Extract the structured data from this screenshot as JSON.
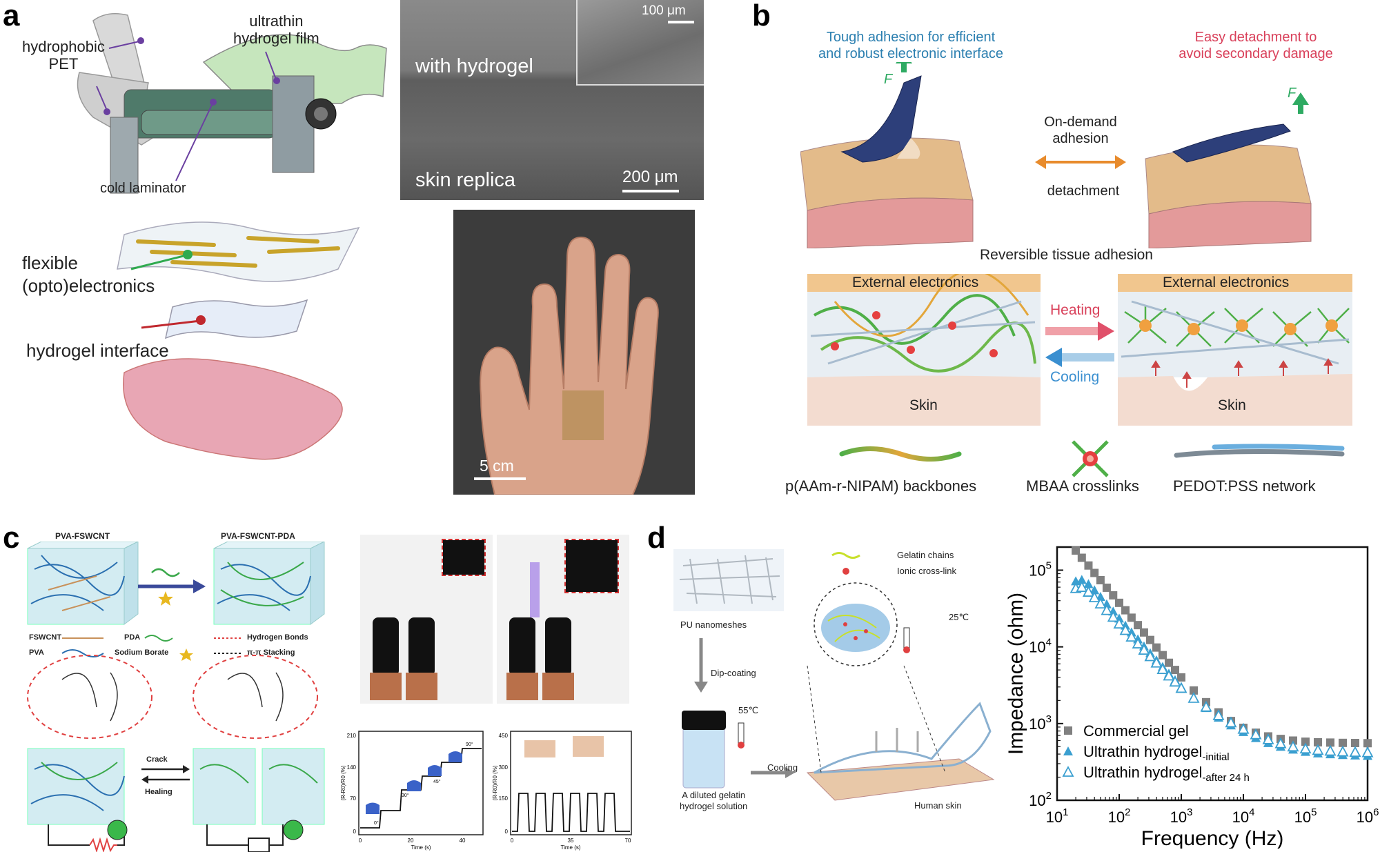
{
  "panels": {
    "a": {
      "label": "a",
      "hydrophobic_pet": "hydrophobic\nPET",
      "ultrathin_film": "ultrathin\nhydrogel film",
      "cold_laminator": "cold laminator",
      "sem_scale_small": "100 μm",
      "sem_with_hydrogel": "with hydrogel",
      "sem_skin_replica": "skin replica",
      "sem_scale_large": "200 μm",
      "flexible": "flexible\n(opto)electronics",
      "hydrogel_interface": "hydrogel interface",
      "hand_scale": "5 cm"
    },
    "b": {
      "label": "b",
      "tough_adhesion": "Tough adhesion for efficient\nand robust electronic interface",
      "easy_detachment": "Easy detachment to\navoid secondary damage",
      "force_left": "F",
      "force_right": "F",
      "on_demand": "On-demand\nadhesion",
      "detachment": "detachment",
      "reversible": "Reversible tissue adhesion",
      "external_left": "External electronics",
      "external_right": "External electronics",
      "heating": "Heating",
      "cooling": "Cooling",
      "skin_left": "Skin",
      "skin_right": "Skin",
      "legend_backbones": "p(AAm-r-NIPAM) backbones",
      "legend_crosslinks": "MBAA crosslinks",
      "legend_pedot": "PEDOT:PSS network"
    },
    "c": {
      "label": "c",
      "pva_fswcnt": "PVA-FSWCNT",
      "pva_fswcnt_pda": "PVA-FSWCNT-PDA",
      "fswcnt": "FSWCNT",
      "pda": "PDA",
      "hydrogen_bonds": "Hydrogen Bonds",
      "pva": "PVA",
      "sodium_borate": "Sodium Borate",
      "pi_stacking": "π-π Stacking",
      "crack": "Crack",
      "healing": "Healing",
      "graph1_ylabel": "(R-R0)/R0 (%)",
      "graph1_xlabel": "Time (s)",
      "graph1_yticks": [
        "210",
        "140",
        "70",
        "0"
      ],
      "graph1_xticks": [
        "0",
        "20",
        "40"
      ],
      "graph1_angles": [
        "0°",
        "30°",
        "45°",
        "90°"
      ],
      "graph2_ylabel": "(R-R0)/R0 (%)",
      "graph2_xlabel": "Time (s)",
      "graph2_yticks": [
        "450",
        "300",
        "150",
        "0"
      ],
      "graph2_xticks": [
        "0",
        "35",
        "70"
      ]
    },
    "d": {
      "label": "d",
      "gelatin_chains": "Gelatin chains",
      "ionic_crosslink": "Ionic cross-link",
      "pu_nanomeshes": "PU nanomeshes",
      "dip_coating": "Dip-coating",
      "temp_55": "55℃",
      "temp_25": "25℃",
      "cooling": "Cooling",
      "gelatin_solution": "A diluted gelatin\nhydrogel solution",
      "human_skin": "Human skin"
    }
  },
  "chart_data": {
    "type": "scatter",
    "xlabel": "Frequency (Hz)",
    "ylabel": "Impedance (ohm)",
    "xscale": "log",
    "yscale": "log",
    "xlim": [
      10,
      1000000
    ],
    "ylim": [
      100,
      200000
    ],
    "xticks": [
      "10^1",
      "10^2",
      "10^3",
      "10^4",
      "10^5",
      "10^6"
    ],
    "yticks": [
      "10^2",
      "10^3",
      "10^4",
      "10^5"
    ],
    "legend_position": "bottom-left",
    "colors": {
      "commercial": "#808080",
      "initial": "#3a9fd0",
      "after24": "#3a9fd0"
    },
    "series": [
      {
        "name": "Commercial gel",
        "marker": "filled-square",
        "x": [
          20,
          25,
          32,
          40,
          50,
          63,
          80,
          100,
          126,
          158,
          200,
          251,
          316,
          398,
          501,
          631,
          794,
          1000,
          1585,
          2512,
          3981,
          6310,
          10000,
          15850,
          25120,
          39810,
          63100,
          100000,
          158500,
          251200,
          398100,
          631000,
          1000000
        ],
        "y": [
          180000,
          145000,
          115000,
          92000,
          74000,
          59000,
          47000,
          37500,
          30000,
          24000,
          19200,
          15400,
          12300,
          9800,
          7800,
          6200,
          5000,
          4000,
          2700,
          1900,
          1400,
          1080,
          880,
          760,
          680,
          630,
          600,
          580,
          570,
          565,
          560,
          558,
          555
        ]
      },
      {
        "name": "Ultrathin hydrogel-initial",
        "marker": "filled-triangle",
        "x": [
          20,
          25,
          32,
          40,
          50,
          63,
          80,
          100,
          126,
          158,
          200,
          251,
          316,
          398,
          501,
          631,
          794,
          1000,
          1585,
          2512,
          3981,
          6310,
          10000,
          15850,
          25120,
          39810,
          63100,
          100000,
          158500,
          251200,
          398100,
          631000,
          1000000
        ],
        "y": [
          72000,
          75000,
          66000,
          55000,
          45000,
          36000,
          29000,
          23500,
          19000,
          15500,
          12600,
          10200,
          8300,
          6700,
          5500,
          4500,
          3700,
          3000,
          2150,
          1600,
          1200,
          950,
          780,
          650,
          560,
          500,
          460,
          430,
          410,
          400,
          390,
          385,
          380
        ]
      },
      {
        "name": "Ultrathin hydrogel-after 24 h",
        "marker": "open-triangle",
        "x": [
          20,
          25,
          32,
          40,
          50,
          63,
          80,
          100,
          126,
          158,
          200,
          251,
          316,
          398,
          501,
          631,
          794,
          1000,
          1585,
          2512,
          3981,
          6310,
          10000,
          15850,
          25120,
          39810,
          63100,
          100000,
          158500,
          251200,
          398100,
          631000,
          1000000
        ],
        "y": [
          58000,
          60000,
          52000,
          44000,
          36500,
          30000,
          24500,
          20000,
          16500,
          13500,
          11000,
          9100,
          7500,
          6200,
          5100,
          4200,
          3500,
          2900,
          2150,
          1650,
          1280,
          1030,
          850,
          720,
          620,
          550,
          500,
          470,
          450,
          440,
          430,
          425,
          420
        ]
      }
    ]
  }
}
